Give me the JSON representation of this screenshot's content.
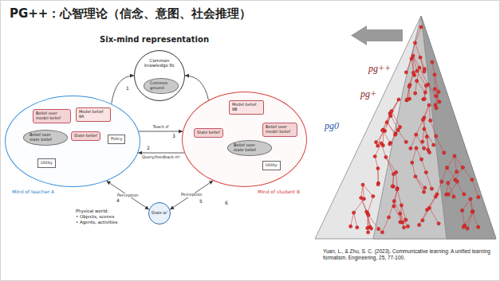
{
  "diagram": {
    "title": "PG++：心智理论（信念、意图、社会推理）",
    "caption": "Yuan, L., & Zhu, S. C. (2023). Communicative learning: A unified learning formalism. Engineering, 25, 77-100.",
    "nodes": [
      {
        "text": [
          "Mind of teacher A"
        ]
      },
      {
        "text": [
          "Belief over model belief"
        ],
        "in": 0
      },
      {
        "text": [
          "Model belief θA"
        ],
        "in": 0
      },
      {
        "text": [
          "Belief over state belief"
        ],
        "in": 0
      },
      {
        "text": [
          "State belief"
        ],
        "in": 0
      },
      {
        "text": [
          "Policy"
        ],
        "in": 0
      },
      {
        "text": [
          "Utility"
        ],
        "in": 0
      },
      {
        "text": [
          "Mind of student B"
        ]
      },
      {
        "text": [
          "Model belief θB"
        ],
        "in": 7
      },
      {
        "text": [
          "State belief"
        ],
        "in": 7
      },
      {
        "text": [
          "Belief over model belief"
        ],
        "in": 7
      },
      {
        "text": [
          "Belief over state belief"
        ],
        "in": 7
      },
      {
        "text": [
          "Utility"
        ],
        "in": 7
      },
      {
        "text": [
          "Common knowledge θc"
        ]
      },
      {
        "text": [
          "Common ground"
        ],
        "in": 13
      },
      {
        "text": [
          "State wᵗ"
        ]
      }
    ],
    "edges": [
      {
        "from": 0,
        "to": 7,
        "label": "Teach dᵗ",
        "arrow": "to"
      },
      {
        "from": 7,
        "to": 0,
        "label": "Query/feedback mᵗ",
        "arrow": "to"
      },
      {
        "from": 0,
        "to": 13,
        "arrow": "to"
      },
      {
        "from": 7,
        "to": 13,
        "arrow": "to"
      },
      {
        "from": 15,
        "to": 0,
        "label": "Perception",
        "arrow": "both"
      },
      {
        "from": 15,
        "to": 7,
        "label": "Perception",
        "arrow": "both"
      }
    ],
    "labels": [
      "Six-mind representation",
      "1",
      "2",
      "3",
      "4",
      "5",
      "6",
      "Physical world:",
      "• Objects, scenes",
      "• Agents, activities",
      "pg++",
      "pg+",
      "pg0"
    ]
  }
}
